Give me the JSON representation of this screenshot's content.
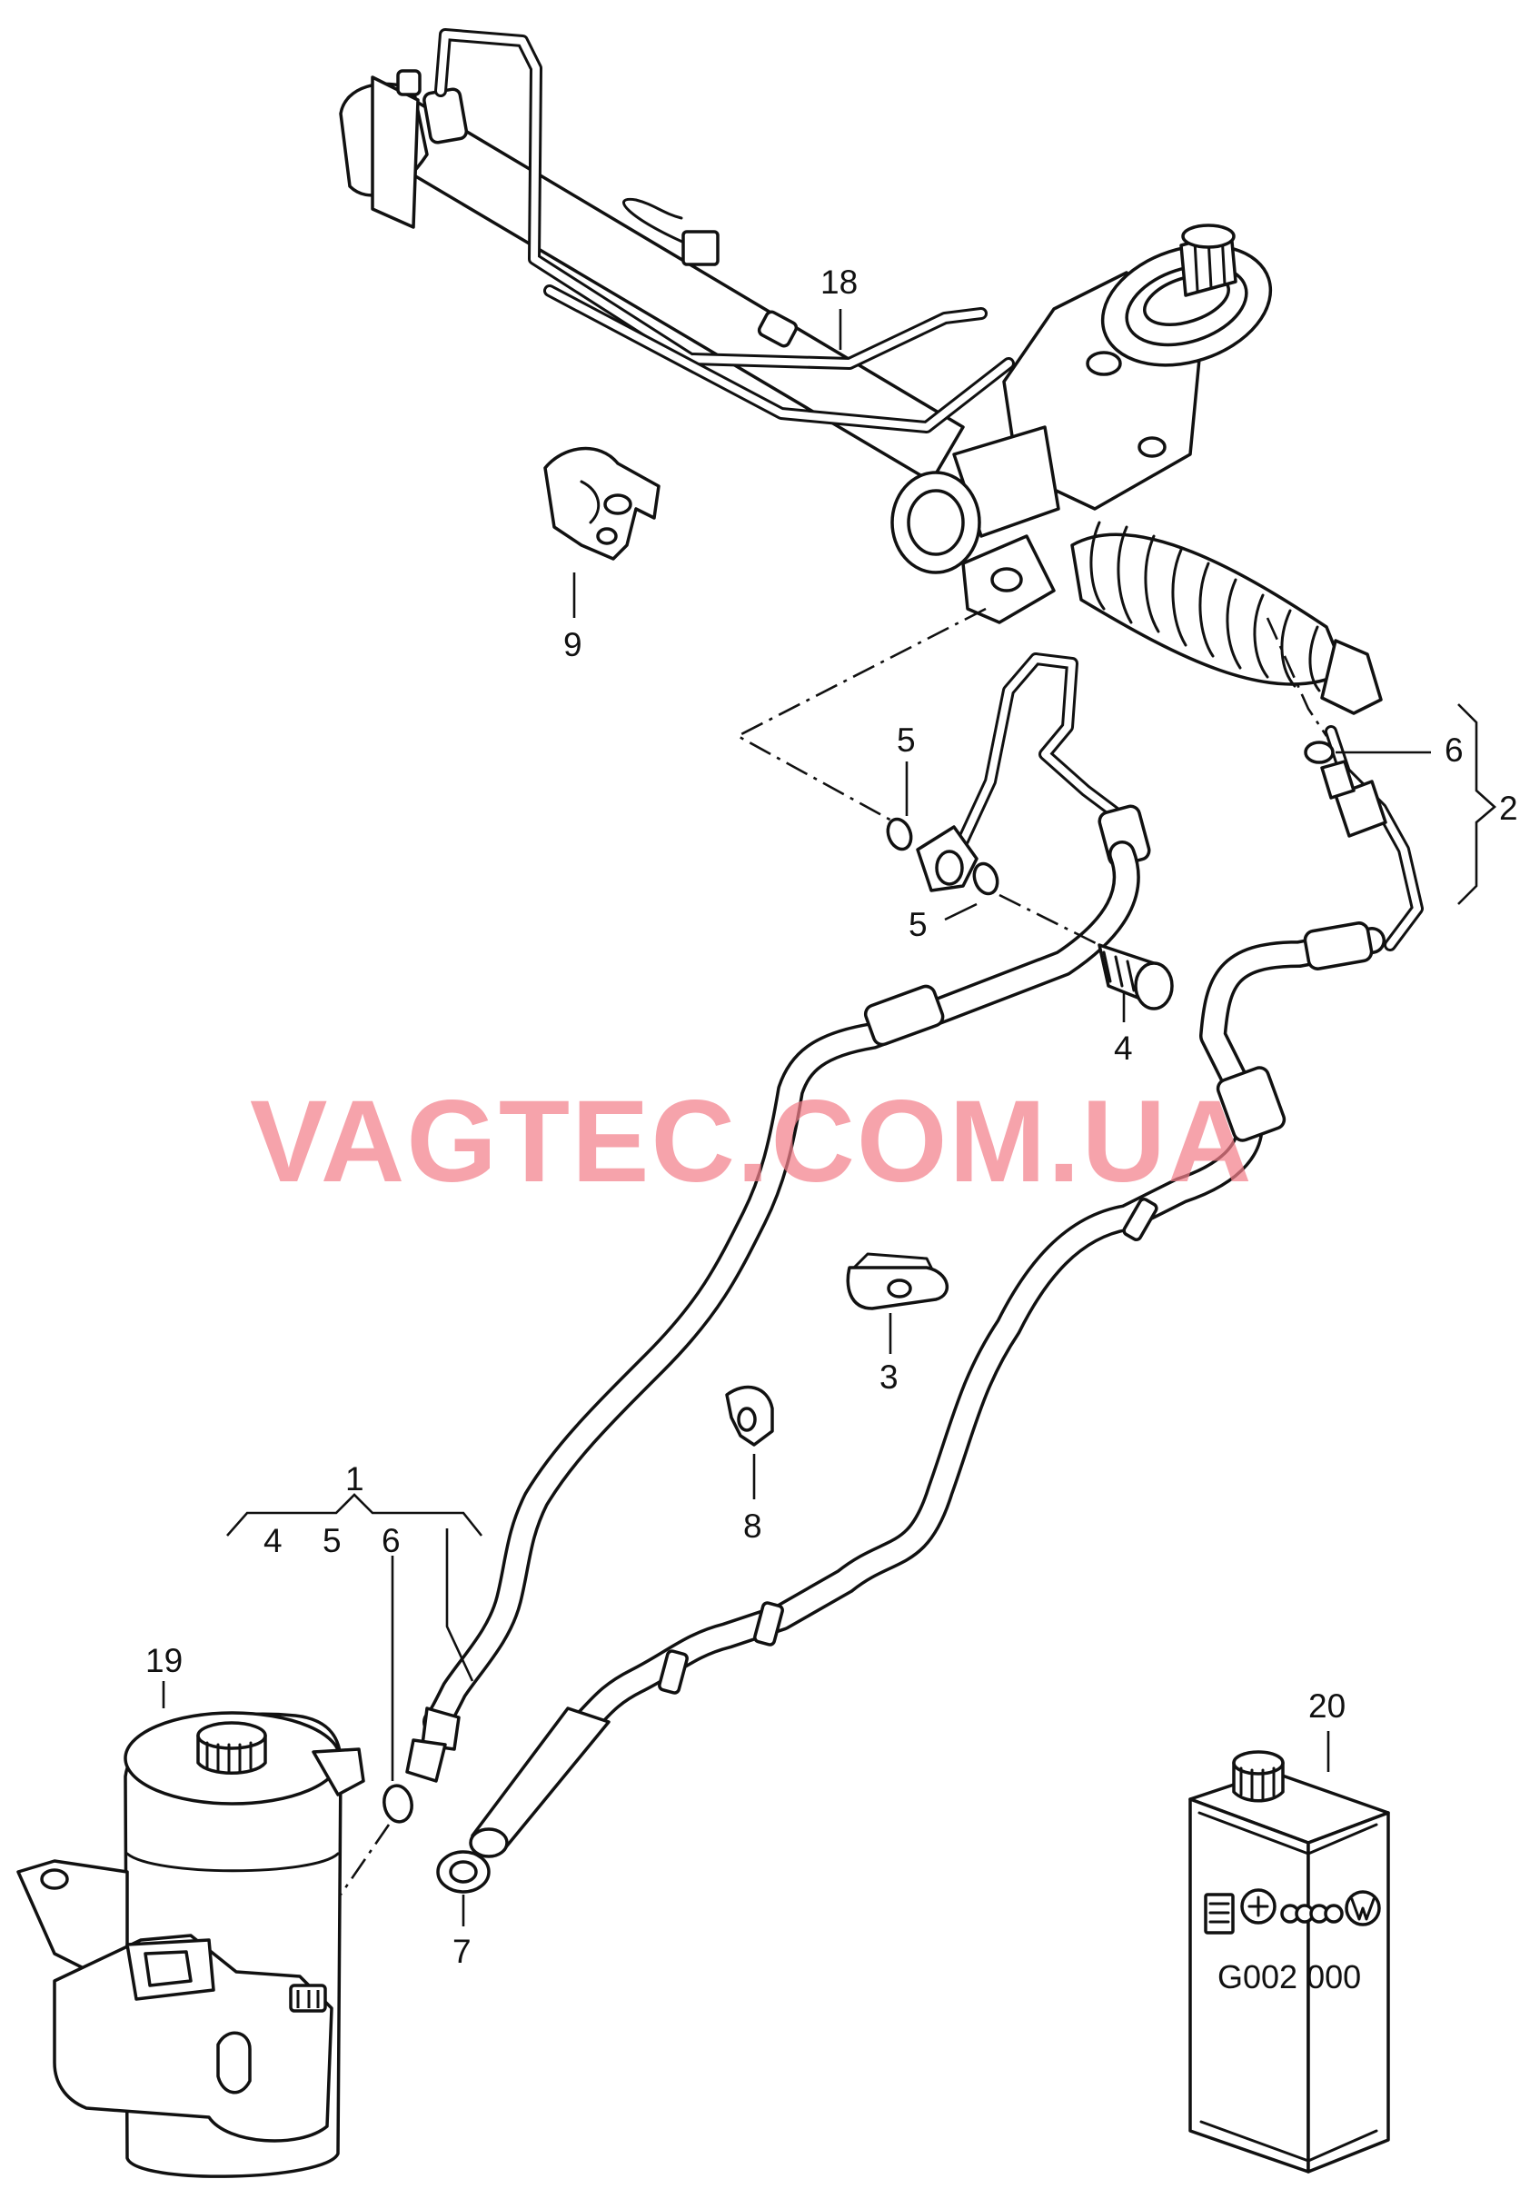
{
  "watermark": "VAGTEC.COM.UA",
  "callouts": {
    "c1": "1",
    "c1_sub_4": "4",
    "c1_sub_5": "5",
    "c1_sub_6": "6",
    "c2": "2",
    "c3": "3",
    "c4": "4",
    "c5_top": "5",
    "c5_bottom": "5",
    "c6": "6",
    "c7": "7",
    "c8": "8",
    "c9": "9",
    "c18": "18",
    "c19": "19",
    "c20": "20"
  },
  "fluid_can": {
    "part_number": "G002 000"
  },
  "colors": {
    "line": "#111111",
    "background": "#ffffff",
    "watermark": "#f27f8a"
  }
}
